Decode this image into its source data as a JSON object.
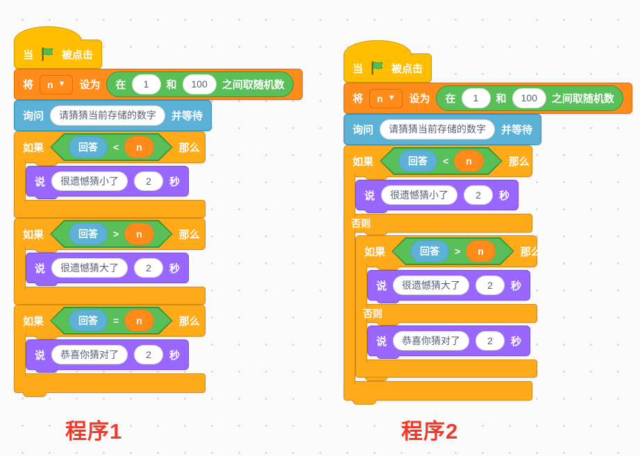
{
  "workspace": {
    "background": "#FAFAFA",
    "dot_color": "#D8D8D8"
  },
  "colors": {
    "events": "#FFBF00",
    "events_border": "#CC9900",
    "control": "#FFAB19",
    "control_border": "#CF8B17",
    "variables": "#FF8C1A",
    "variables_border": "#DB6E00",
    "sensing": "#5CB1D6",
    "sensing_border": "#2E8EB8",
    "operators": "#59C059",
    "operators_border": "#389438",
    "looks": "#9966FF",
    "looks_border": "#774DCB",
    "flag_green": "#4CBF56",
    "caption_red": "#F0392B",
    "field_text": "#575E75"
  },
  "strings": {
    "when": "当",
    "clicked": "被点击",
    "set_verb": "将",
    "var_name": "n",
    "set_to": "设为",
    "rand_in": "在",
    "rand_min": "1",
    "rand_and": "和",
    "rand_max": "100",
    "rand_suffix": "之间取随机数",
    "ask_verb": "询问",
    "ask_question": "请猜猜当前存储的数字",
    "ask_wait": "并等待",
    "if_label": "如果",
    "then_label": "那么",
    "else_label": "否则",
    "answer": "回答",
    "op_lt": "<",
    "op_gt": ">",
    "op_eq": "=",
    "say_verb": "说",
    "msg_too_small": "很遗憾猜小了",
    "msg_too_big": "很遗憾猜大了",
    "msg_correct": "恭喜你猜对了",
    "say_secs": "2",
    "secs_label": "秒"
  },
  "captions": {
    "program1": "程序1",
    "program2": "程序2"
  }
}
